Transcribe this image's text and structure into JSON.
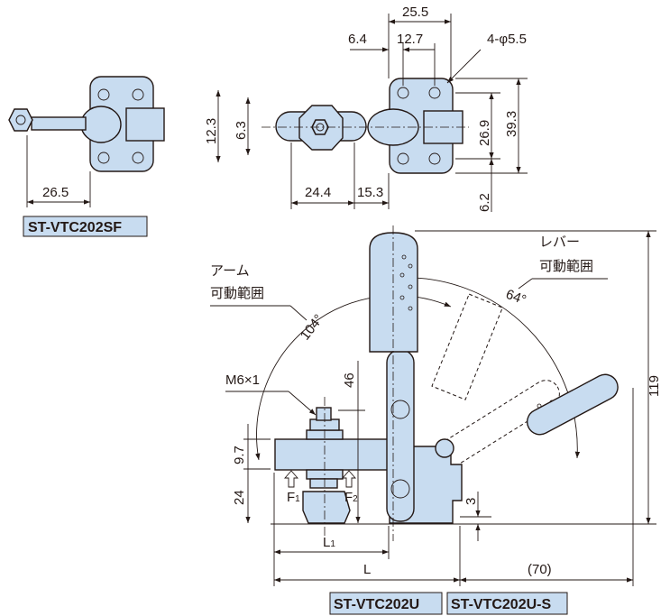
{
  "colors": {
    "part_fill": "#c8dcf0",
    "line": "#231815"
  },
  "top_left_view": {
    "dim_width": "26.5",
    "model_label": "ST-VTC202SF"
  },
  "top_view": {
    "dim_12_3": "12.3",
    "dim_6_3": "6.3",
    "dim_24_4": "24.4",
    "dim_15_3": "15.3",
    "dim_25_5": "25.5",
    "dim_6_4": "6.4",
    "dim_12_7": "12.7",
    "hole_spec": "4-φ5.5",
    "dim_26_9": "26.9",
    "dim_39_3": "39.3",
    "dim_6_2": "6.2"
  },
  "side_view": {
    "arm_range_line1": "アーム",
    "arm_range_line2": "可動範囲",
    "arm_angle": "104°",
    "lever_range_line1": "レバー",
    "lever_range_line2": "可動範囲",
    "lever_angle": "64°",
    "thread": "M6×1",
    "dim_46": "46",
    "dim_9_7": "9.7",
    "dim_24": "24",
    "force1": "F",
    "force1_sub": "1",
    "force2": "F",
    "force2_sub": "2",
    "dim_3": "3",
    "dim_119": "119",
    "l1": "L",
    "l1_sub": "1",
    "l": "L",
    "dim_70": "(70)",
    "model_label_1": "ST-VTC202U",
    "model_label_2": "ST-VTC202U-S"
  }
}
